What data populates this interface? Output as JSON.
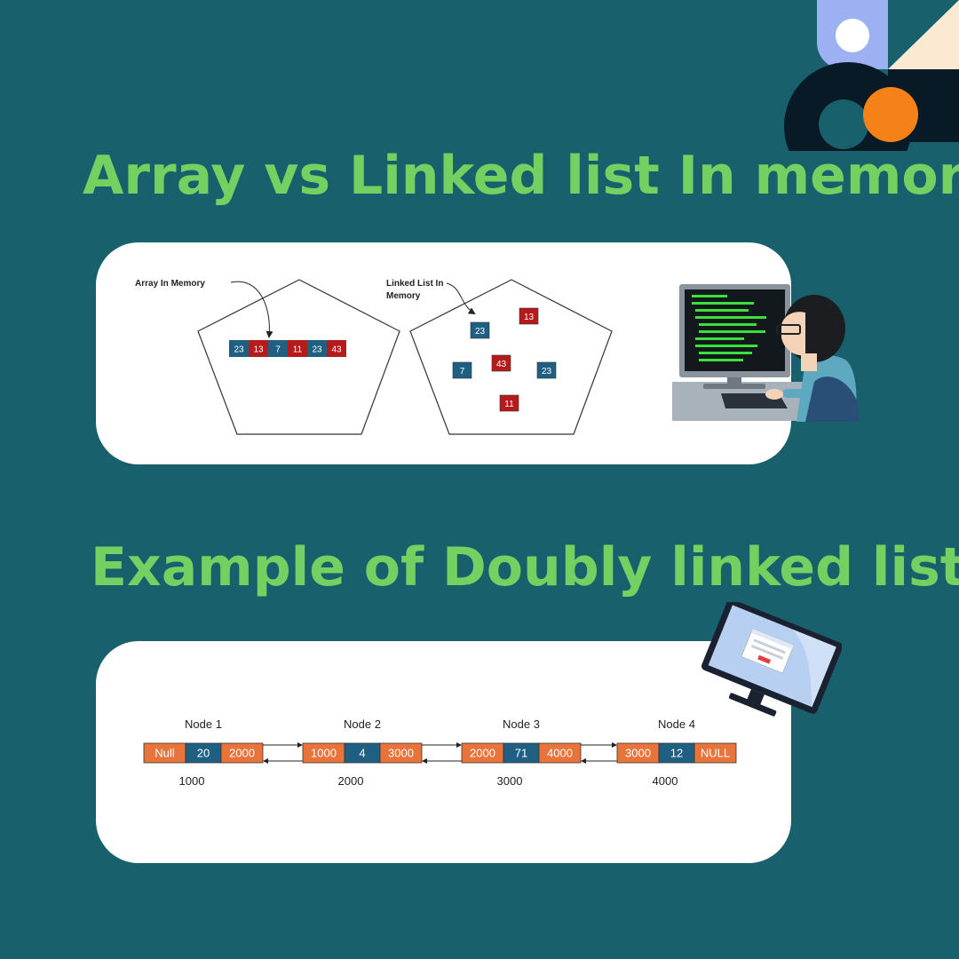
{
  "titles": {
    "array_vs_linked": "Array vs Linked list In memory",
    "doubly_example": "Example of Doubly linked list"
  },
  "array_memory": {
    "label": "Array In Memory",
    "cells": [
      {
        "value": "23",
        "color": "#1e5f82"
      },
      {
        "value": "13",
        "color": "#b51b1b"
      },
      {
        "value": "7",
        "color": "#1e5f82"
      },
      {
        "value": "11",
        "color": "#b51b1b"
      },
      {
        "value": "23",
        "color": "#1e5f82"
      },
      {
        "value": "43",
        "color": "#b51b1b"
      }
    ]
  },
  "linked_memory": {
    "label_line1": "Linked List In",
    "label_line2": "Memory",
    "nodes": [
      {
        "value": "23",
        "color": "#1e5f82"
      },
      {
        "value": "13",
        "color": "#b51b1b"
      },
      {
        "value": "7",
        "color": "#1e5f82"
      },
      {
        "value": "43",
        "color": "#b51b1b"
      },
      {
        "value": "23",
        "color": "#1e5f82"
      },
      {
        "value": "11",
        "color": "#b51b1b"
      }
    ]
  },
  "doubly_list": {
    "nodes": [
      {
        "title": "Node 1",
        "prev": "Null",
        "data": "20",
        "next": "2000",
        "address": "1000"
      },
      {
        "title": "Node 2",
        "prev": "1000",
        "data": "4",
        "next": "3000",
        "address": "2000"
      },
      {
        "title": "Node 3",
        "prev": "2000",
        "data": "71",
        "next": "4000",
        "address": "3000"
      },
      {
        "title": "Node 4",
        "prev": "3000",
        "data": "12",
        "next": "NULL",
        "address": "4000"
      }
    ]
  },
  "colors": {
    "background": "#17606c",
    "title": "#72d160",
    "pointer_cell": "#e8743b",
    "data_cell": "#1e5f82"
  },
  "illustrations": [
    "programmer-at-computer-illustration",
    "monitor-illustration",
    "geometric-logo-shapes"
  ]
}
